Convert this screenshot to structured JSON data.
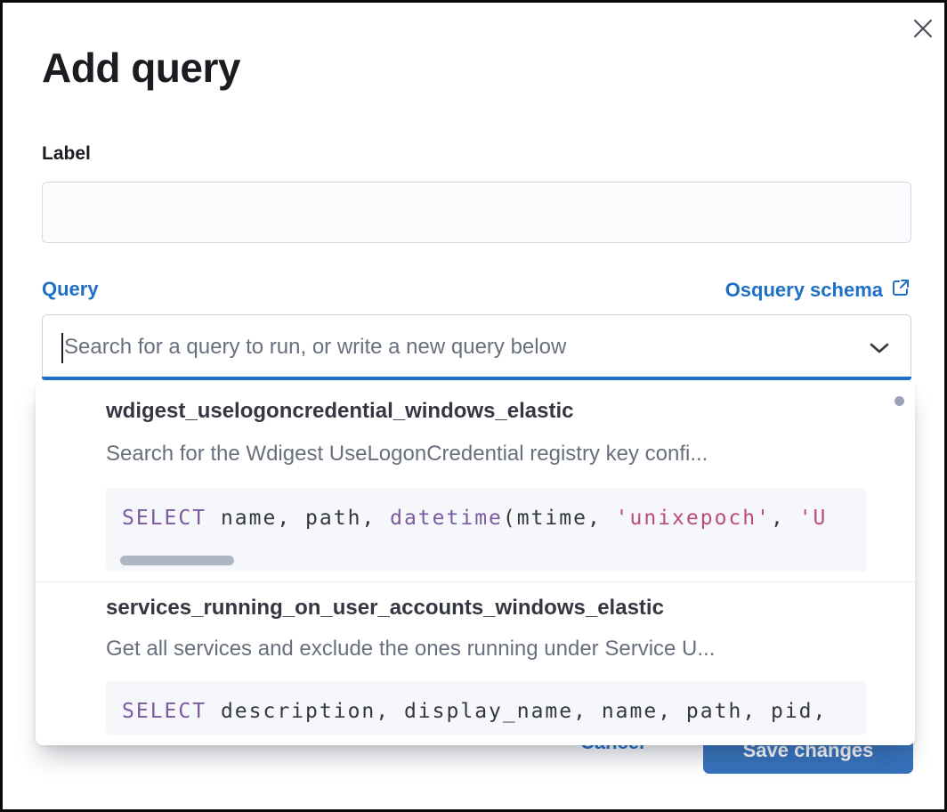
{
  "colors": {
    "primary": "#1d6fc7",
    "button": "#3572bd",
    "keyword": "#7c5aa0",
    "string": "#bd4c78"
  },
  "modal": {
    "title": "Add query",
    "label_field": {
      "label": "Label",
      "value": ""
    },
    "query_field": {
      "label": "Query",
      "schema_link_label": "Osquery schema",
      "placeholder": "Search for a query to run, or write a new query below"
    },
    "footer": {
      "cancel": "Cancel",
      "save": "Save changes"
    }
  },
  "dropdown": {
    "options": [
      {
        "name": "wdigest_uselogoncredential_windows_elastic",
        "description": "Search for the Wdigest UseLogonCredential registry key confi...",
        "sql": [
          {
            "c": "kw",
            "v": "SELECT"
          },
          {
            "c": "",
            "v": " name, path, "
          },
          {
            "c": "kw",
            "v": "datetime"
          },
          {
            "c": "",
            "v": "(mtime, "
          },
          {
            "c": "str",
            "v": "'unixepoch'"
          },
          {
            "c": "",
            "v": ", "
          },
          {
            "c": "str",
            "v": "'U"
          }
        ]
      },
      {
        "name": "services_running_on_user_accounts_windows_elastic",
        "description": "Get all services and exclude the ones running under Service U...",
        "sql": [
          {
            "c": "kw",
            "v": "SELECT"
          },
          {
            "c": "",
            "v": " description, display_name, name, path, pid,"
          }
        ]
      }
    ]
  }
}
